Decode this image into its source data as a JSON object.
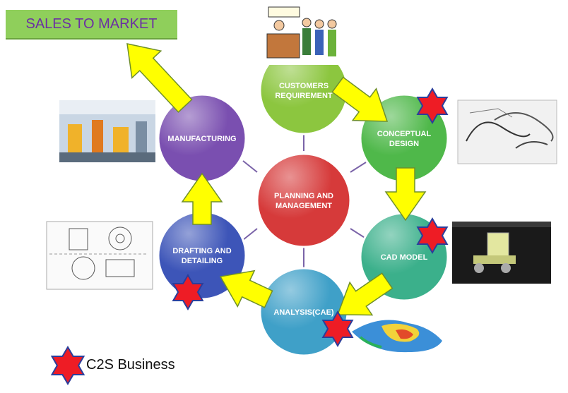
{
  "banner": {
    "label": "SALES TO MARKET"
  },
  "center": {
    "label": [
      "PLANNING AND",
      "MANAGEMENT"
    ],
    "color": "#d63a3a"
  },
  "nodes": [
    {
      "id": "customers-requirement",
      "label": [
        "CUSTOMERS",
        "REQUIREMENT"
      ],
      "color": "#8cc63f"
    },
    {
      "id": "conceptual-design",
      "label": [
        "CONCEPTUAL",
        "DESIGN"
      ],
      "color": "#4fb84a"
    },
    {
      "id": "cad-model",
      "label": [
        "CAD MODEL"
      ],
      "color": "#3bb08b"
    },
    {
      "id": "analysis-cae",
      "label": [
        "ANALYSIS(CAE)"
      ],
      "color": "#3fa0c8"
    },
    {
      "id": "drafting-detailing",
      "label": [
        "DRAFTING  AND",
        "DETAILING"
      ],
      "color": "#3d55b8"
    },
    {
      "id": "manufacturing",
      "label": [
        "MANUFACTURING"
      ],
      "color": "#7a4fb0"
    }
  ],
  "legend": {
    "label": "C2S Business",
    "star_color": "#ee1c25",
    "star_border": "#2b3e9b"
  },
  "arrow_color": "#ffff00",
  "images": [
    "customer-service-cartoon",
    "concept-sketches",
    "cad-truck-model",
    "cae-car-analysis",
    "engineering-drawing",
    "factory-robots"
  ]
}
